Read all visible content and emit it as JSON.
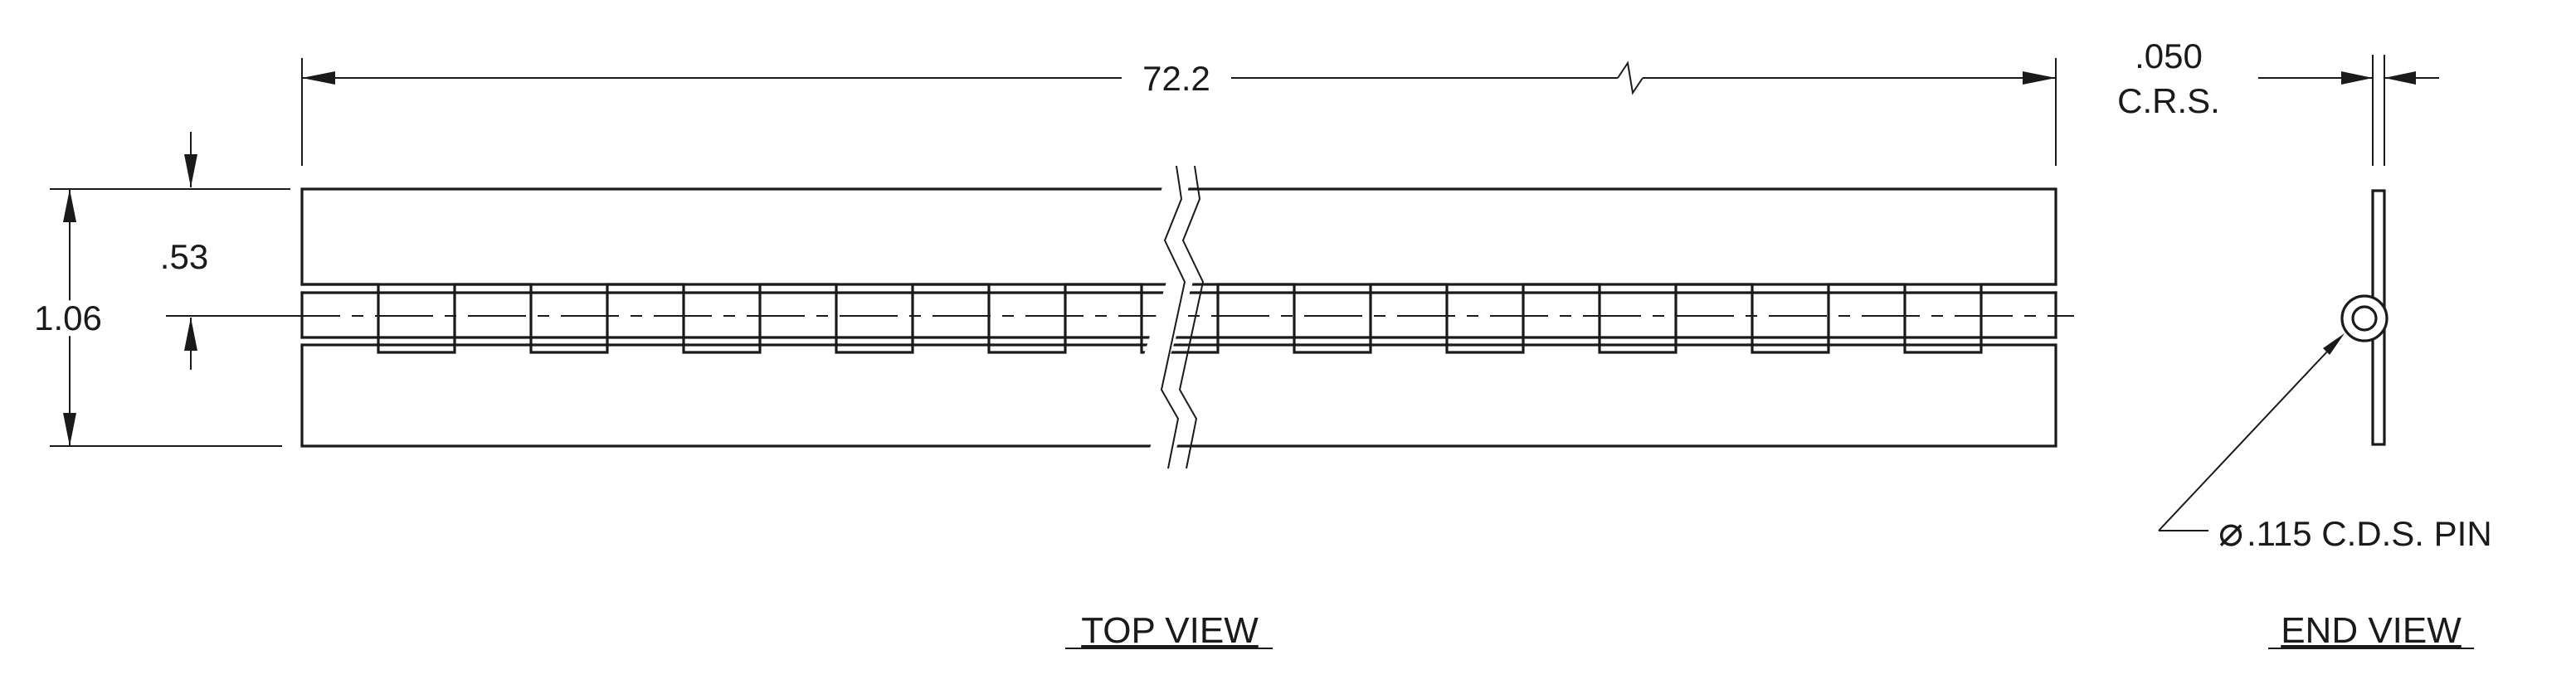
{
  "top_view": {
    "length_label": "72.2",
    "height_label": "1.06",
    "half_height_label": ".53",
    "title": "TOP VIEW"
  },
  "end_view": {
    "thickness_label_line1": ".050",
    "thickness_label_line2": "C.R.S.",
    "pin_symbol": "⌀",
    "pin_label": ".115 C.D.S. PIN",
    "title": "END VIEW"
  }
}
